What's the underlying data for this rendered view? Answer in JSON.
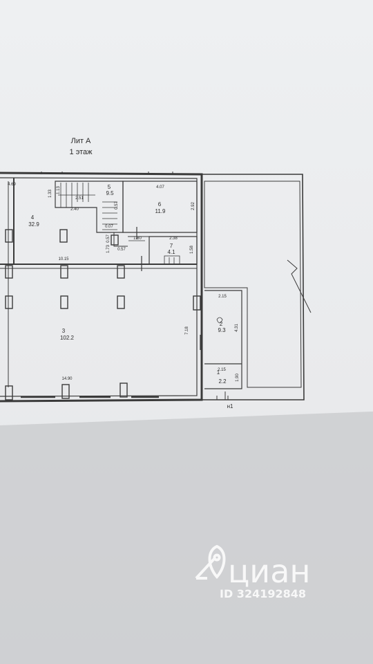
{
  "plan": {
    "title_line1": "Лит А",
    "title_line2": "1 этаж",
    "entrance_label": "н1"
  },
  "rooms": [
    {
      "number": "1",
      "area": "2.2"
    },
    {
      "number": "2",
      "area": "9.3"
    },
    {
      "number": "3",
      "area": "102.2"
    },
    {
      "number": "4",
      "area": "32.9"
    },
    {
      "number": "5",
      "area": "9.5"
    },
    {
      "number": "6",
      "area": "11.9"
    },
    {
      "number": "7",
      "area": "4.1"
    }
  ],
  "dimensions": [
    "4.69",
    "1.33",
    "1.13",
    "2.51",
    "2.40",
    "0.57",
    "0.57",
    "0.57",
    "1.73",
    "1.80",
    "2.38",
    "1.58",
    "4.07",
    "2.92",
    "10.15",
    "14.90",
    "7.18",
    "2.15",
    "4.31",
    "2.15",
    "1.90",
    "0.07"
  ],
  "watermark": {
    "brand": "циан",
    "id_text": "ID 324192848"
  },
  "colors": {
    "line": "#3a3a3a",
    "paper": "#f1f2f4",
    "shadow": "#c9cacd",
    "watermark": "#ffffff"
  }
}
